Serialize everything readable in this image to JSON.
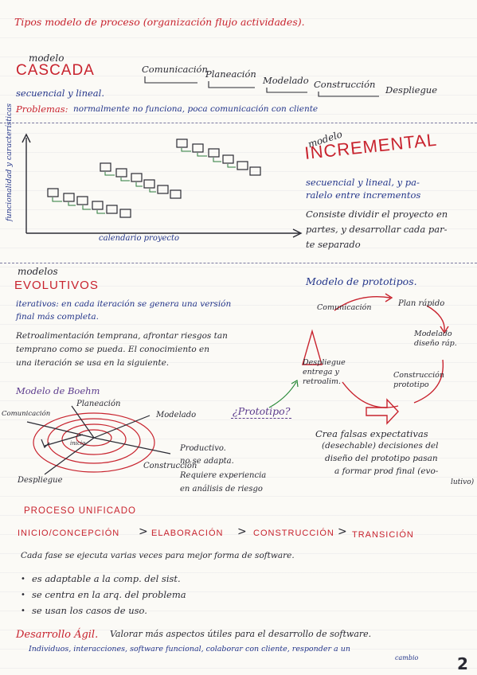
{
  "title": "Tipos modelo de proceso (organización flujo actividades).",
  "cascada": {
    "label_small": "modelo",
    "label_big": "CASCADA",
    "steps": [
      "Comunicación",
      "Planeación",
      "Modelado",
      "Construcción",
      "Despliegue"
    ],
    "desc": "secuencial y lineal.",
    "problems_label": "Problemas:",
    "problems_text": "normalmente no funciona, poca comunicación con cliente"
  },
  "incremental": {
    "label_small": "modelo",
    "label_big": "INCREMENTAL",
    "y_axis_label": "funcionalidad y características",
    "x_axis_label": "calendario proyecto",
    "desc1": "secuencial y lineal, y pa-",
    "desc2": "ralelo entre incrementos",
    "body1": "Consiste dividir el proyecto en",
    "body2": "partes, y desarrollar cada par-",
    "body3": "te separado"
  },
  "evolutivos": {
    "label_small": "modelos",
    "label_big": "EVOLUTIVOS",
    "line1": "iterativos: en cada iteración se genera una versión",
    "line2": "final más completa.",
    "line3": "Retroalimentación temprana, afrontar riesgos tan",
    "line4": "temprano como se pueda. El conocimiento en",
    "line5": "una iteración se usa en la siguiente."
  },
  "prototipos": {
    "title": "Modelo de prototipos.",
    "nodes": [
      "Comunicación",
      "Plan rápido",
      "Modelado diseño ráp.",
      "Construcción prototipo",
      "Despliegue entrega y retroalim."
    ],
    "note1": "Crea falsas expectativas",
    "note2": "(desechable) decisiones del",
    "note3": "diseño del prototipo pasan",
    "note4": "a formar prod final (evo-",
    "note5": "lutivo)"
  },
  "boehm": {
    "title": "Modelo de Boehm",
    "labels": [
      "Comunicación",
      "Planeación",
      "Modelado",
      "Construcción",
      "Despliegue",
      "inicio"
    ],
    "prototipo": "¿Prototipo?",
    "notes": [
      "Productivo.",
      "no se adapta.",
      "Requiere experiencia",
      "en análisis de riesgo"
    ]
  },
  "unificado": {
    "title": "PROCESO UNIFICADO",
    "phases": [
      "INICIO/CONCEPCIÓN",
      "ELABORACIÓN",
      "CONSTRUCCIÓN",
      "TRANSICIÓN"
    ],
    "separator": ">",
    "desc": "Cada fase se ejecuta varias veces para mejor forma de software.",
    "bullets": [
      "es adaptable a la comp. del sist.",
      "se centra en la arq. del problema",
      "se usan los casos de uso."
    ]
  },
  "agil": {
    "title": "Desarrollo Ágil.",
    "line1": "Valorar más aspectos útiles para el desarrollo de software.",
    "line2": "Individuos, interacciones, software funcional, colaborar con cliente, responder a un",
    "line3": "cambio"
  },
  "page_number": "2",
  "colors": {
    "red": "#c8232e",
    "navy": "#23358a",
    "purple": "#5b3a8c",
    "ink": "#2a2a33"
  }
}
